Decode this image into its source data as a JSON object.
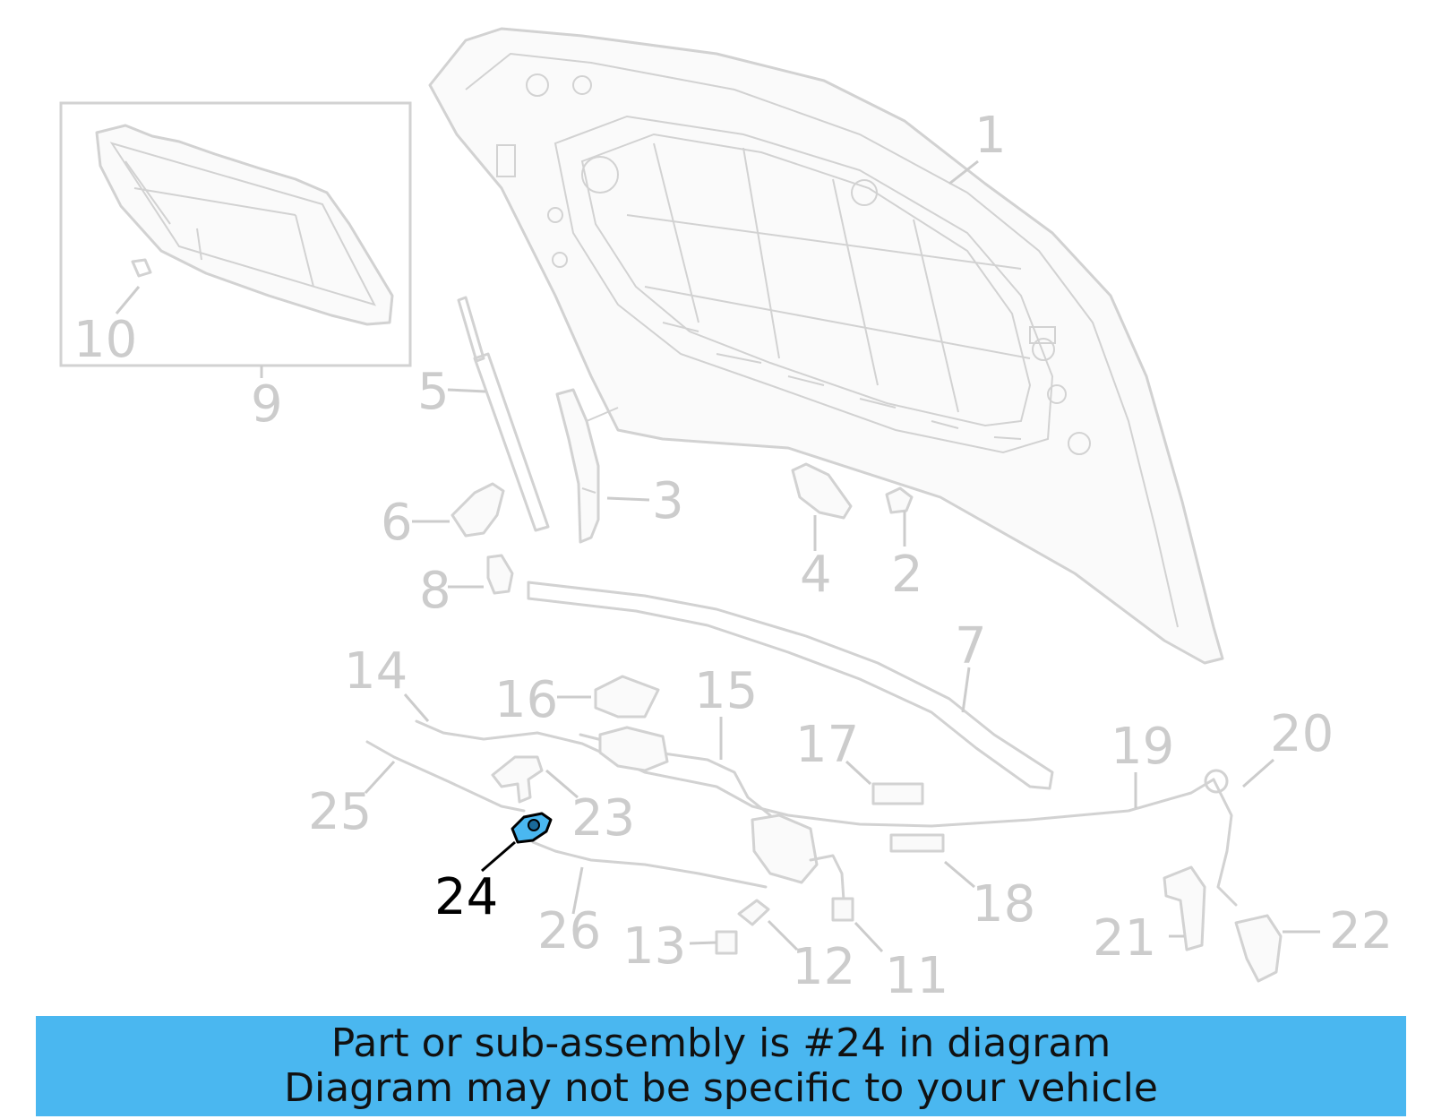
{
  "callouts": {
    "c1": "1",
    "c2": "2",
    "c3": "3",
    "c4": "4",
    "c5": "5",
    "c6": "6",
    "c7": "7",
    "c8": "8",
    "c9": "9",
    "c10": "10",
    "c11": "11",
    "c12": "12",
    "c13": "13",
    "c14": "14",
    "c15": "15",
    "c16": "16",
    "c17": "17",
    "c18": "18",
    "c19": "19",
    "c20": "20",
    "c21": "21",
    "c22": "22",
    "c23": "23",
    "c24": "24",
    "c25": "25",
    "c26": "26"
  },
  "highlight": {
    "part": "24",
    "color": "#4ab7f0"
  },
  "banner": {
    "line1": "Part or sub-assembly is #24 in diagram",
    "line2": "Diagram may not be specific to your vehicle",
    "color": "#4ab7f0"
  }
}
